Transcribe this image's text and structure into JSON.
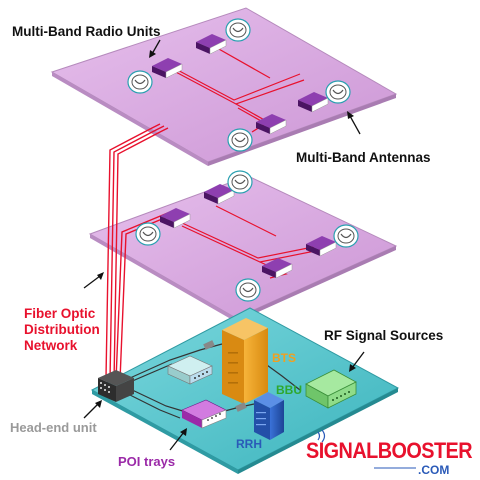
{
  "labels": {
    "radio_units": "Multi-Band Radio Units",
    "antennas": "Multi-Band Antennas",
    "fiber_line1": "Fiber Optic",
    "fiber_line2": "Distribution",
    "fiber_line3": "Network",
    "rf_sources": "RF Signal Sources",
    "bts": "BTS",
    "bbu": "BBU",
    "rrh": "RRH",
    "headend": "Head-end unit",
    "poi": "POI trays"
  },
  "logo": {
    "main": "SIGNALBOOSTER",
    "sub": ".COM"
  },
  "colors": {
    "floor": "#d9a9e0",
    "floor_edge": "#a77cae",
    "basement": "#5ac8cf",
    "fiber": "#e8112d",
    "radio_unit": "#6b1f8a",
    "fiber_label": "#e8112d",
    "bts": "#f0a020",
    "bbu": "#2ea82e",
    "rrh": "#2a5ab8",
    "headend_label": "#9a9a9a",
    "poi_label": "#9b2aa8"
  }
}
